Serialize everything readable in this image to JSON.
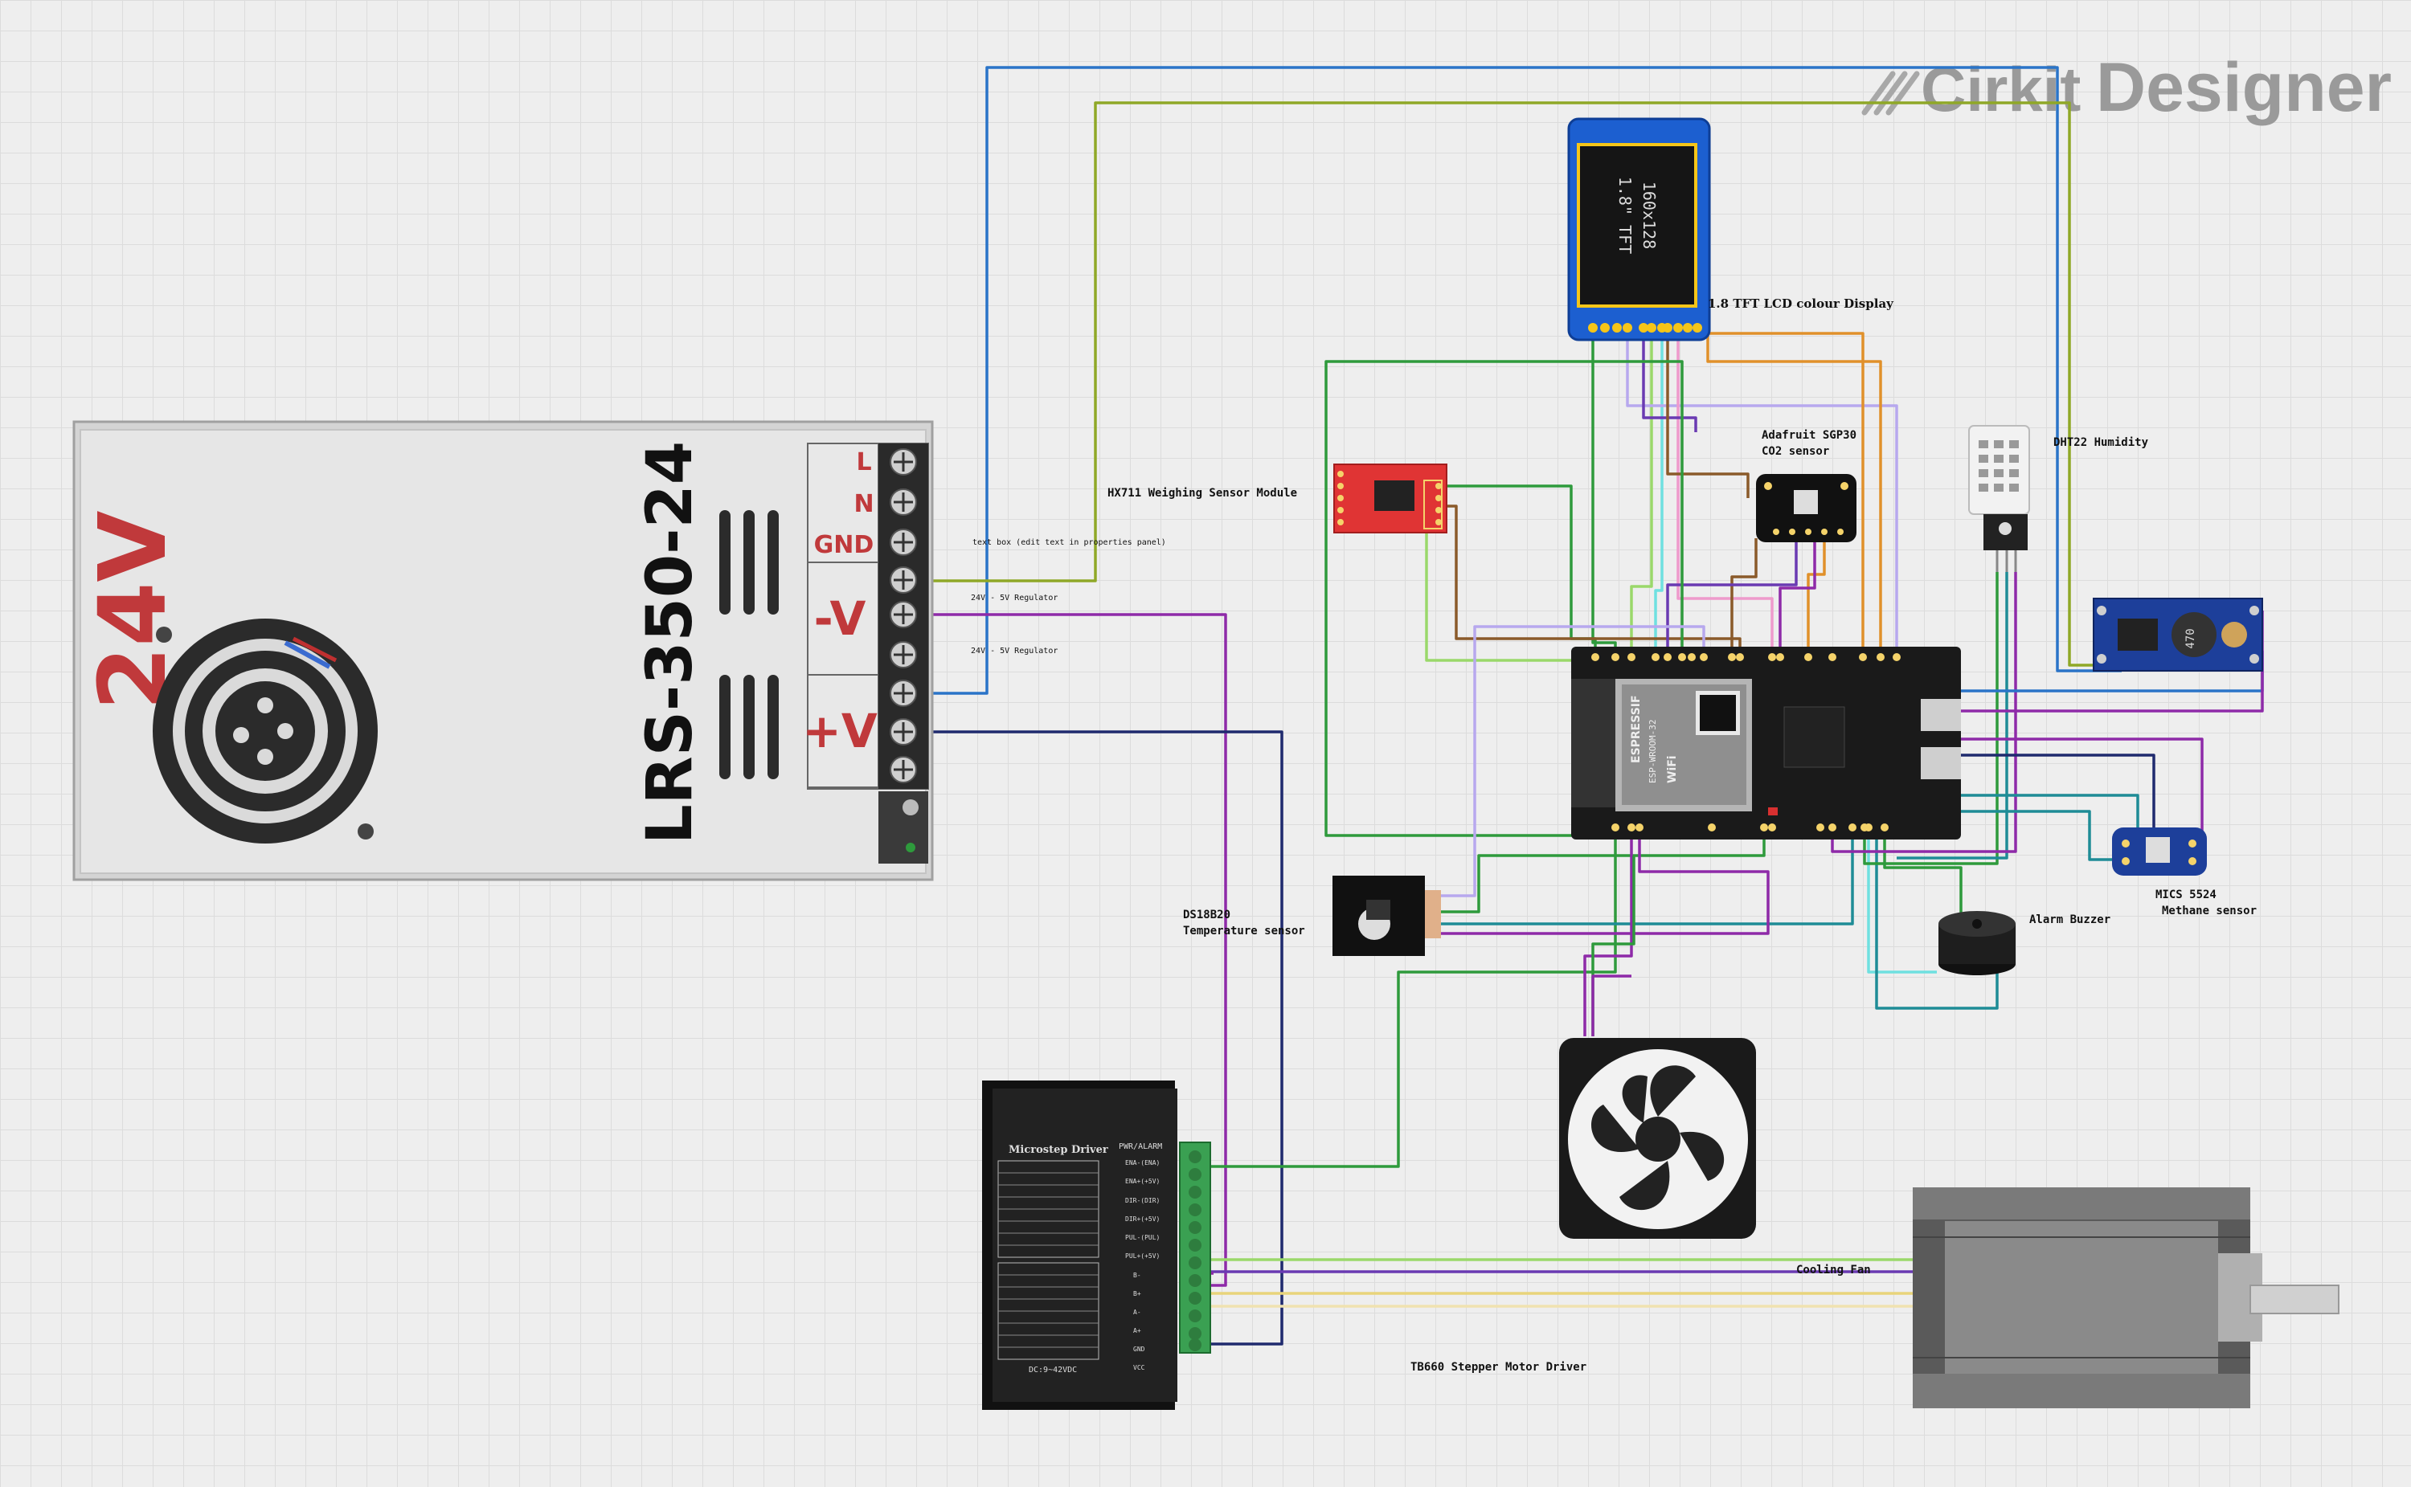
{
  "brand": {
    "name_light": "Cirkit",
    "name_bold": "Designer"
  },
  "psu": {
    "voltage": "24V",
    "model": "LRS-350-24",
    "terminals": [
      "L",
      "N",
      "GND",
      "-V",
      "+V"
    ]
  },
  "tft": {
    "screen_line1": "1.8\" TFT",
    "screen_line2": "160x128"
  },
  "mcu": {
    "brand": "ESPRESSIF",
    "module": "ESP-WROOM-32",
    "wifi": "WiFi"
  },
  "driver": {
    "title": "Microstep Driver",
    "pwr_alarm": "PWR/ALARM",
    "supply": "DC:9~42VDC",
    "pins": [
      "ENA-(ENA)",
      "ENA+(+5V)",
      "DIR-(DIR)",
      "DIR+(+5V)",
      "PUL-(PUL)",
      "PUL+(+5V)",
      "B-",
      "B+",
      "A-",
      "A+",
      "GND",
      "VCC"
    ]
  },
  "labels": {
    "tft": "1.8 TFT LCD colour Display",
    "hx711": "HX711 Weighing Sensor Module",
    "sgp30_line1": "Adafruit SGP30",
    "sgp30_line2": "CO2 sensor",
    "dht22": "DHT22 Humidity",
    "textbox": "text box (edit text in properties panel)",
    "reg1": "24V - 5V Regulator",
    "reg2": "24V - 5V Regulator",
    "ds18b20_line1": "DS18B20",
    "ds18b20_line2": "Temperature sensor",
    "mics_line1": "MICS 5524",
    "mics_line2": "Methane sensor",
    "buzzer": "Alarm Buzzer",
    "fan": "Cooling Fan",
    "tb660": "TB660 Stepper Motor Driver"
  },
  "colors": {
    "wire_blue": "#2a74c8",
    "wire_olive": "#8fa827",
    "wire_green": "#2e9a3c",
    "wire_orange": "#e0902a",
    "wire_purple": "#8e2aa8",
    "wire_navy": "#1f2a6e",
    "wire_brown": "#8a5a2a",
    "wire_teal": "#1e8c96",
    "hx711_red": "#e03434",
    "tft_blue": "#1c5fd0",
    "psu_red": "#c0393b"
  }
}
